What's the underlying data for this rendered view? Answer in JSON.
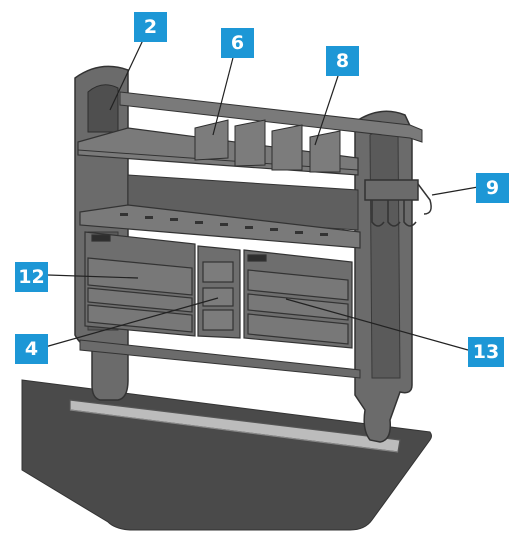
{
  "callouts": [
    {
      "id": "c2",
      "label": "2"
    },
    {
      "id": "c6",
      "label": "6"
    },
    {
      "id": "c8",
      "label": "8"
    },
    {
      "id": "c9",
      "label": "9"
    },
    {
      "id": "c12",
      "label": "12"
    },
    {
      "id": "c4",
      "label": "4"
    },
    {
      "id": "c13",
      "label": "13"
    }
  ],
  "colors": {
    "callout_bg": "#1d97d6",
    "callout_text": "#ffffff",
    "shelving_metal": "#6b6b6b",
    "floor": "#4a4a4a"
  }
}
